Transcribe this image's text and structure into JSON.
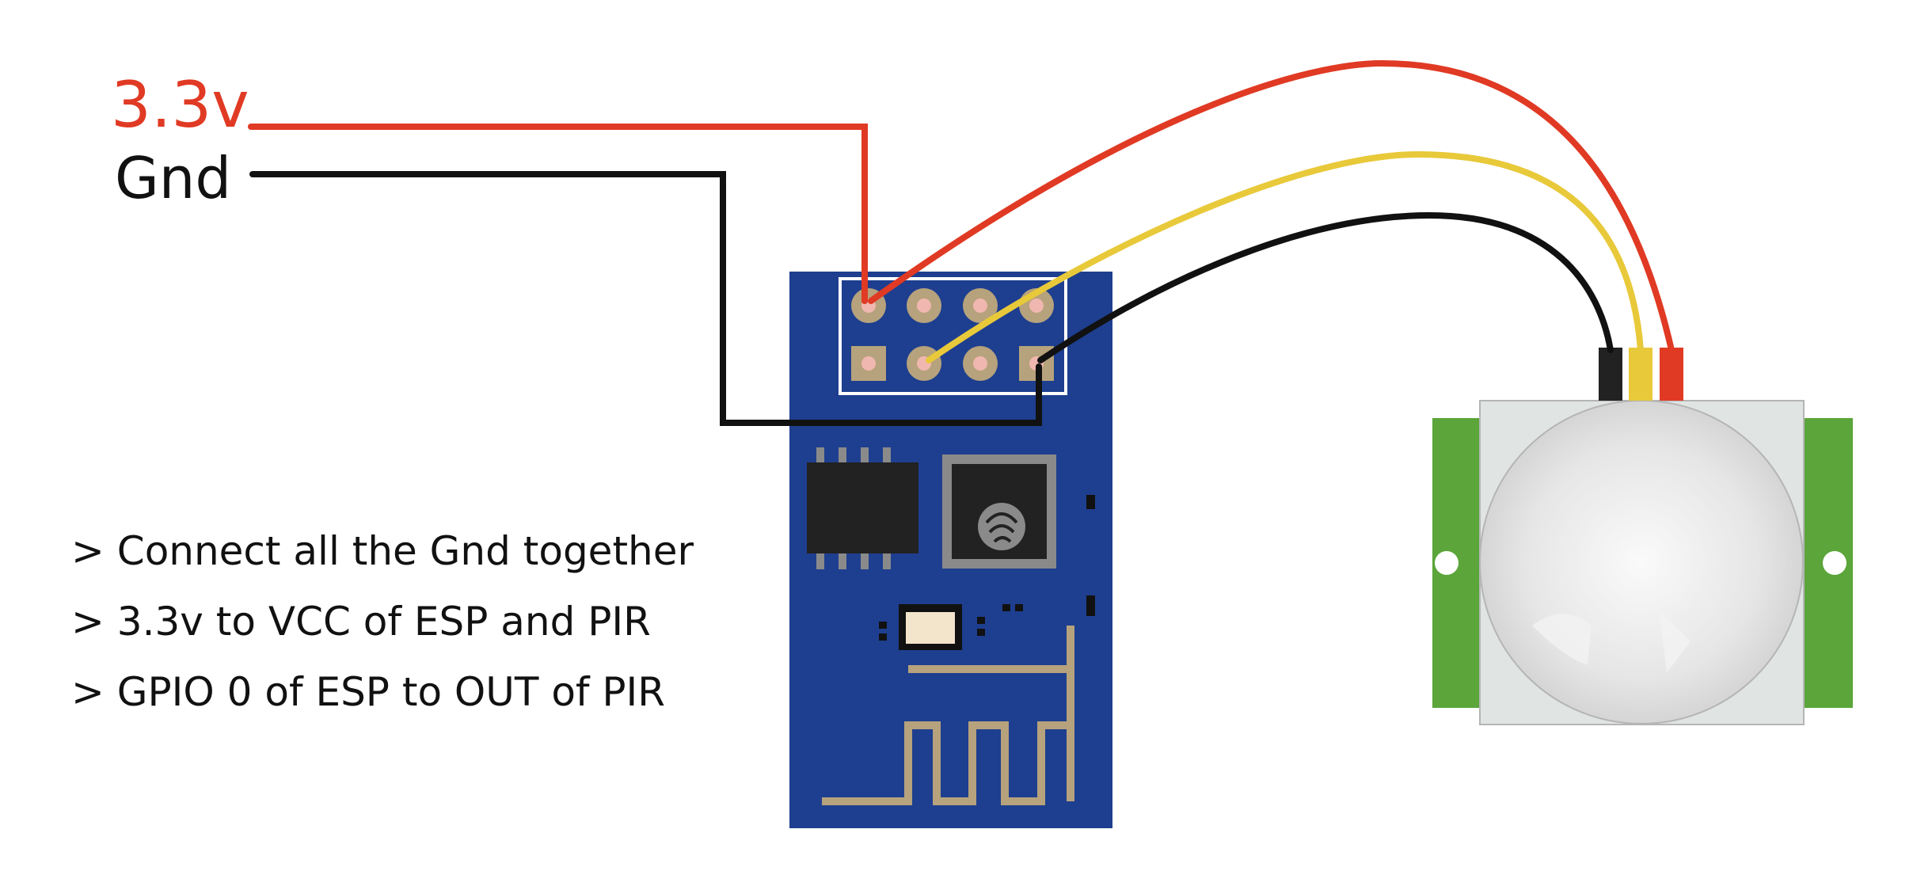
{
  "labels": {
    "vcc": "3.3v",
    "gnd": "Gnd"
  },
  "notes": [
    "> Connect all the Gnd together",
    "> 3.3v to VCC of ESP and PIR",
    "> GPIO 0 of ESP to OUT of PIR"
  ],
  "colors": {
    "vcc_wire": "#e03a24",
    "gnd_wire": "#111111",
    "signal_wire": "#e8c93a",
    "esp_board": "#1e3f8f",
    "pir_board": "#5ba53a",
    "dome": "#e3e3e3"
  },
  "components": {
    "esp": "esp-01-module",
    "pir": "pir-motion-sensor"
  }
}
